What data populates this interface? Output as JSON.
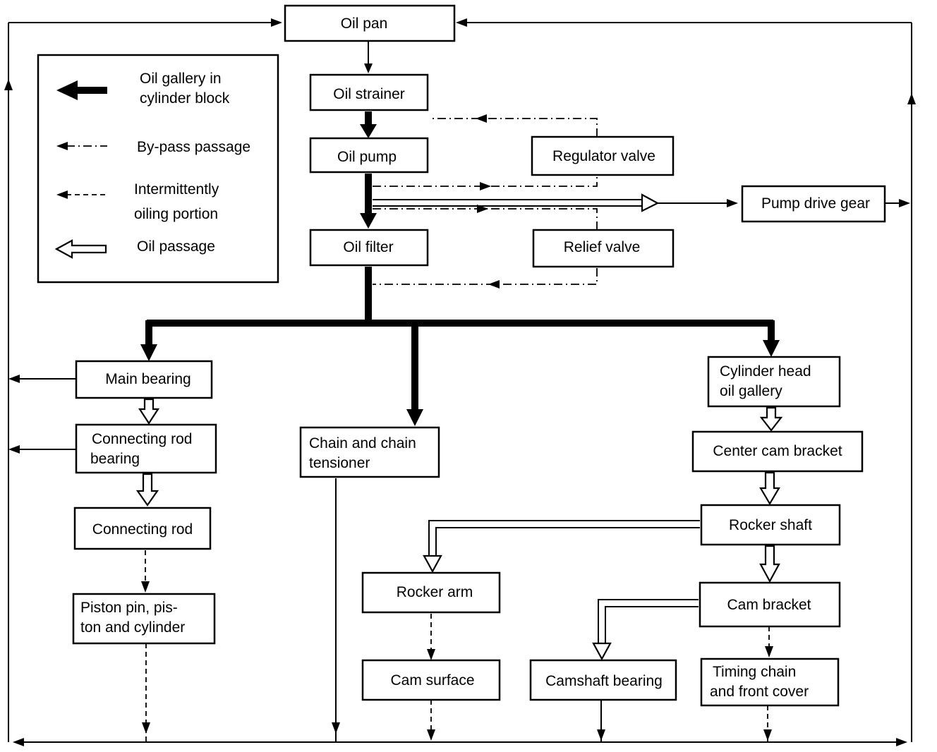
{
  "nodes": {
    "oil_pan": "Oil pan",
    "oil_strainer": "Oil strainer",
    "oil_pump": "Oil pump",
    "regulator_valve": "Regulator valve",
    "pump_drive_gear": "Pump drive gear",
    "oil_filter": "Oil filter",
    "relief_valve": "Relief valve",
    "main_bearing": "Main bearing",
    "connecting_rod_bearing": [
      "Connecting rod",
      "bearing"
    ],
    "connecting_rod": "Connecting rod",
    "piston_pin": [
      "Piston pin, pis-",
      "ton and cylinder"
    ],
    "chain_tensioner": [
      "Chain and chain",
      "tensioner"
    ],
    "cylinder_head_oil_gallery": [
      "Cylinder head",
      "oil gallery"
    ],
    "center_cam_bracket": "Center cam bracket",
    "rocker_shaft": "Rocker shaft",
    "rocker_arm": "Rocker arm",
    "cam_bracket": "Cam bracket",
    "cam_surface": "Cam surface",
    "camshaft_bearing": "Camshaft bearing",
    "timing_chain_front_cover": [
      "Timing chain",
      "and front cover"
    ]
  },
  "legend": {
    "oil_gallery": [
      "Oil gallery in",
      "cylinder block"
    ],
    "bypass": "By-pass passage",
    "intermittent": [
      "Intermittently",
      "oiling portion"
    ],
    "oil_passage": "Oil passage"
  }
}
